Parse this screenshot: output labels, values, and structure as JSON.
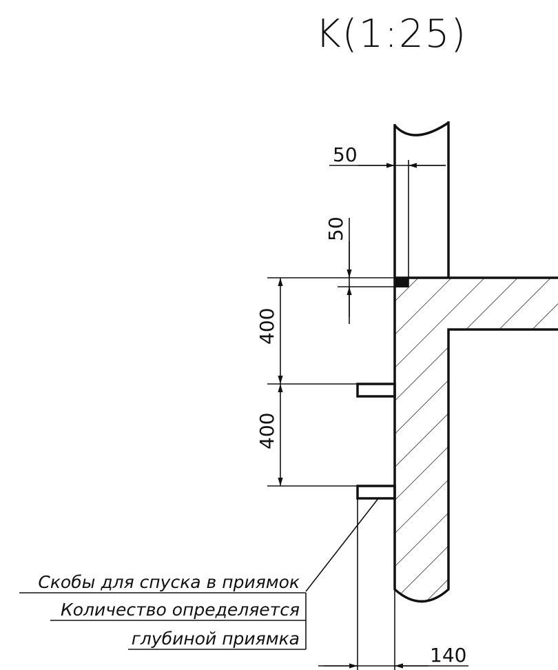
{
  "title": "K(1:25)",
  "dimensions": {
    "horizontal_top": "50",
    "vertical_top": "50",
    "vertical_upper": "400",
    "vertical_lower": "400",
    "horizontal_bottom": "140"
  },
  "note": {
    "line1": "Скобы для спуска в приямок",
    "line2": "Количество определяется",
    "line3": "глубиной приямка"
  }
}
